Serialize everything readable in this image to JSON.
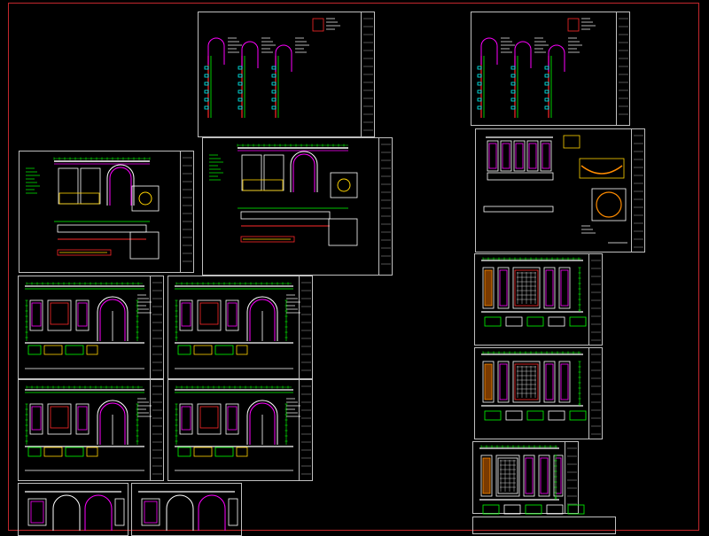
{
  "canvas": {
    "background": "#000000",
    "border_color": "#c2272d"
  },
  "colors": {
    "sheet_border": "#bfbfbf",
    "green": "#00ff00",
    "magenta": "#ff00ff",
    "red": "#ff2a2a",
    "yellow": "#ffd400",
    "white": "#ffffff",
    "cyan": "#00ffff",
    "orange": "#ff8c00",
    "gray": "#8c8c8c"
  },
  "sheets": [
    {
      "id": "s1",
      "type": "section-detail",
      "name": "drawing-sheet-section-details-a"
    },
    {
      "id": "s2",
      "type": "section-detail",
      "name": "drawing-sheet-section-details-b"
    },
    {
      "id": "s3",
      "type": "elevation-plan",
      "name": "drawing-sheet-elevation-a"
    },
    {
      "id": "s4",
      "type": "elevation-plan",
      "name": "drawing-sheet-elevation-b"
    },
    {
      "id": "s5",
      "type": "panel-elevation",
      "name": "drawing-sheet-panel-elevation"
    },
    {
      "id": "s6",
      "type": "wall-elevation",
      "name": "drawing-sheet-wall-elevation-1"
    },
    {
      "id": "s7",
      "type": "wall-elevation",
      "name": "drawing-sheet-wall-elevation-2"
    },
    {
      "id": "s8",
      "type": "wall-elevation",
      "name": "drawing-sheet-wall-elevation-3"
    },
    {
      "id": "s9",
      "type": "wall-elevation",
      "name": "drawing-sheet-wall-elevation-4"
    },
    {
      "id": "s10",
      "type": "wall-elevation",
      "name": "drawing-sheet-wall-elevation-5"
    },
    {
      "id": "s11",
      "type": "wall-elevation",
      "name": "drawing-sheet-wall-elevation-6"
    },
    {
      "id": "s12",
      "type": "cabinet-elevation",
      "name": "drawing-sheet-cabinet-elevation-1"
    },
    {
      "id": "s13",
      "type": "cabinet-elevation",
      "name": "drawing-sheet-cabinet-elevation-2"
    },
    {
      "id": "s14",
      "type": "cabinet-elevation",
      "name": "drawing-sheet-cabinet-elevation-3"
    },
    {
      "id": "s15",
      "type": "cabinet-elevation",
      "name": "drawing-sheet-cabinet-elevation-4"
    }
  ]
}
